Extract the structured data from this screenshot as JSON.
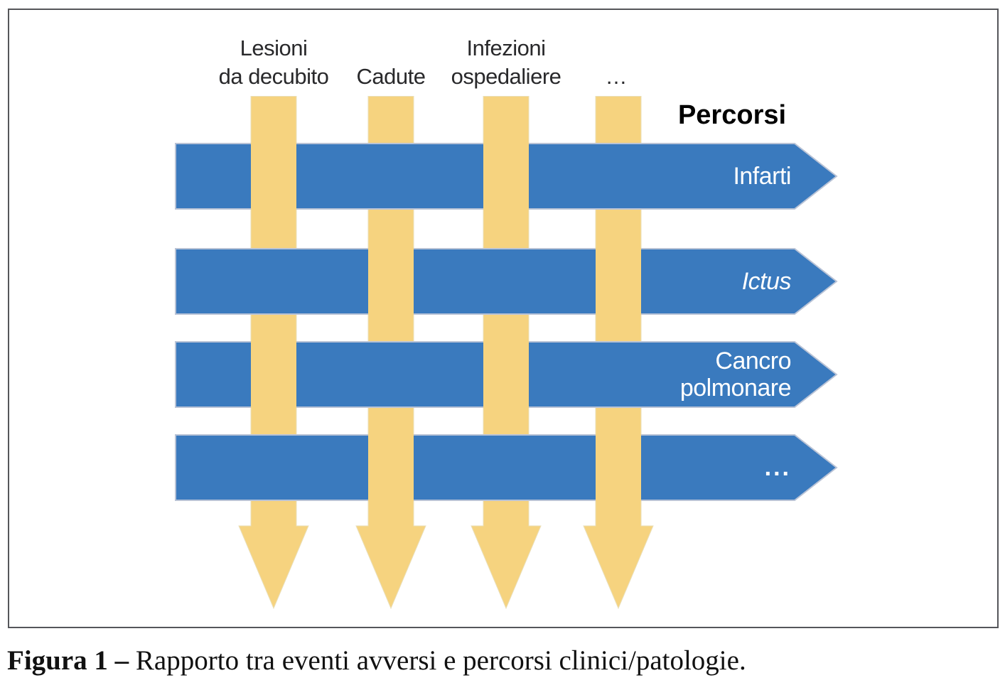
{
  "figure": {
    "percorsi_label": "Percorsi",
    "colors": {
      "blue": "#3a7abe",
      "blue_stroke": "#b9c3d6",
      "yellow": "#f6d37f",
      "yellow_stroke": "#eadfb9",
      "label_dark": "#29292b",
      "label_light": "#ffffff"
    },
    "vertical_arrows": [
      {
        "name": "lesioni-da-decubito",
        "lines": [
          "Lesioni",
          "da decubito"
        ],
        "over_rows": [
          0,
          2
        ]
      },
      {
        "name": "cadute",
        "lines": [
          "Cadute"
        ],
        "over_rows": [
          1,
          3
        ]
      },
      {
        "name": "infezioni-ospedaliere",
        "lines": [
          "Infezioni",
          "ospedaliere"
        ],
        "over_rows": [
          0,
          2
        ]
      },
      {
        "name": "ellipsis",
        "lines": [
          "…"
        ],
        "over_rows": [
          1,
          3
        ]
      }
    ],
    "horizontal_arrows": [
      {
        "name": "infarti",
        "lines": [
          "Infarti"
        ],
        "italic": false
      },
      {
        "name": "ictus",
        "lines": [
          "Ictus"
        ],
        "italic": true
      },
      {
        "name": "cancro-polmonare",
        "lines": [
          "Cancro",
          "polmonare"
        ],
        "italic": false
      },
      {
        "name": "ellipsis",
        "lines": [
          "..."
        ],
        "italic": false
      }
    ],
    "caption": {
      "prefix": "Figura 1 –",
      "text": " Rapporto tra eventi avversi e percorsi clinici/patologie."
    }
  }
}
